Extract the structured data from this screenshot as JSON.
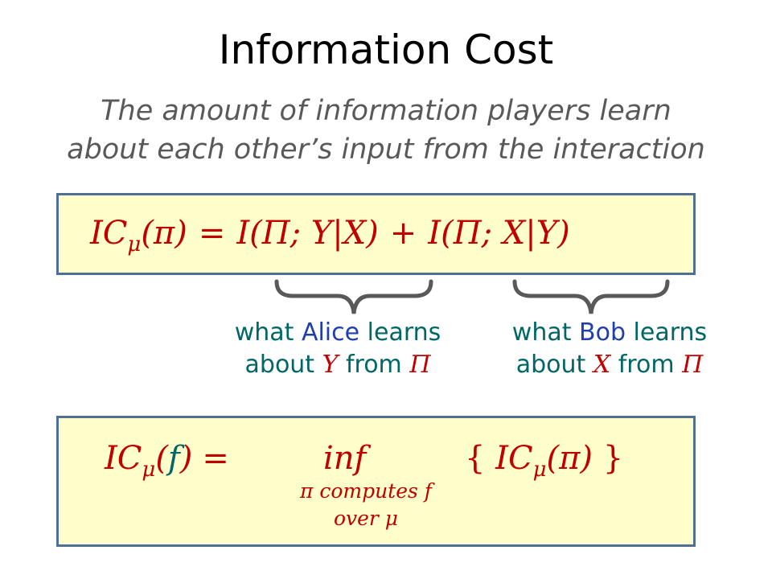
{
  "slide": {
    "title": "Information Cost",
    "subtitle_line1": "The amount of information players learn",
    "subtitle_line2": "about each other’s input from the interaction"
  },
  "formula1": {
    "lhs_ic": "IC",
    "lhs_mu": "μ",
    "lhs_arg": "(π)",
    "equals": "=",
    "term1": "I(Π; Y|X)",
    "plus": "+",
    "term2": "I(Π; X|Y)"
  },
  "annotations": {
    "alice": {
      "prefix": "what ",
      "name": "Alice",
      "suffix": " learns",
      "about": "about ",
      "var": "Y",
      "from": " from ",
      "pi": "Π"
    },
    "bob": {
      "prefix": "what ",
      "name": "Bob",
      "suffix": " learns",
      "about": "about ",
      "var": "X",
      "from": " from ",
      "pi": "Π"
    }
  },
  "formula2": {
    "lhs_ic": "IC",
    "lhs_mu": "μ",
    "lhs_open": "(",
    "lhs_f": "f",
    "lhs_close": ")",
    "equals": "=",
    "inf": "inf",
    "brace_open": "{",
    "rhs_ic": "IC",
    "rhs_mu": "μ",
    "rhs_arg": "(π)",
    "brace_close": "}",
    "sub_line1": "π computes f",
    "sub_line2": "over μ"
  },
  "colors": {
    "math_red": "#c00000",
    "label_teal": "#006666",
    "name_blue": "#1f3fae",
    "box_fill": "#ffffcc",
    "box_border": "#4f6f95",
    "brace": "#595959"
  }
}
